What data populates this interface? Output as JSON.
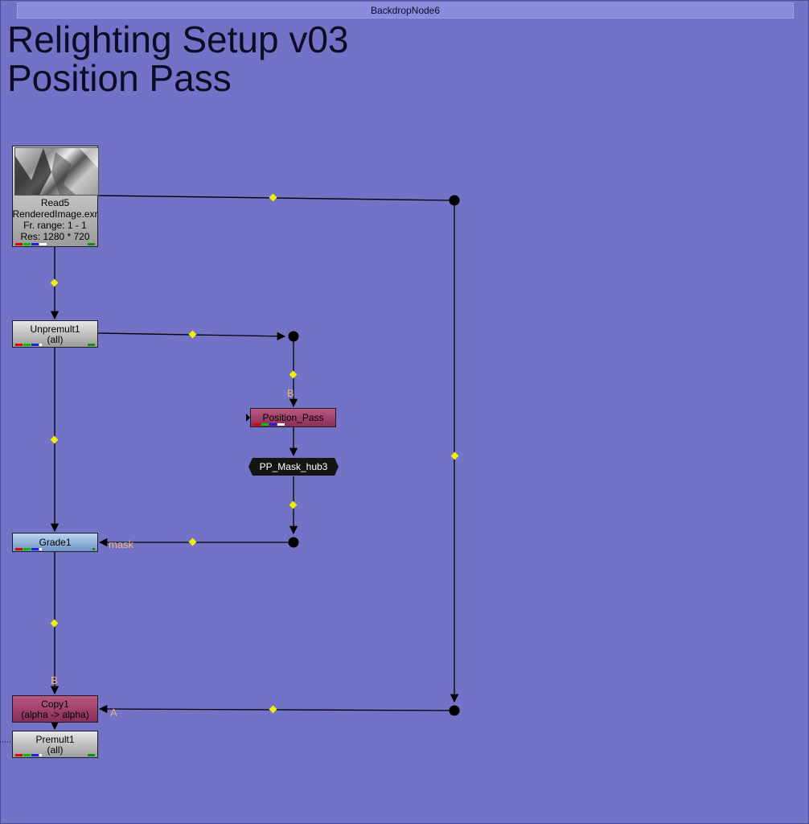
{
  "backdrop": {
    "name": "BackdropNode6",
    "title": "Relighting Setup v03\nPosition Pass",
    "color": "#7272c6"
  },
  "nodes": {
    "read": {
      "name": "Read5",
      "file": "RenderedImage.exr",
      "frame_range": "Fr. range: 1 - 1",
      "resolution": "Res: 1280 * 720"
    },
    "unpremult": {
      "name": "Unpremult1",
      "channels": "(all)"
    },
    "position_pass": {
      "name": "Position_Pass",
      "input_label": "B"
    },
    "hub": {
      "name": "PP_Mask_hub3"
    },
    "grade": {
      "name": "Grade1",
      "mask_label": "mask"
    },
    "copy": {
      "name": "Copy1",
      "detail": "(alpha -> alpha)",
      "input_b": "B",
      "input_a": "A"
    },
    "premult": {
      "name": "Premult1",
      "channels": "(all)"
    }
  },
  "colors": {
    "wire": "#000000",
    "wire_marker": "#f0f000",
    "copy_node": "#8a2e58",
    "grade_node": "#8fb0dc"
  }
}
